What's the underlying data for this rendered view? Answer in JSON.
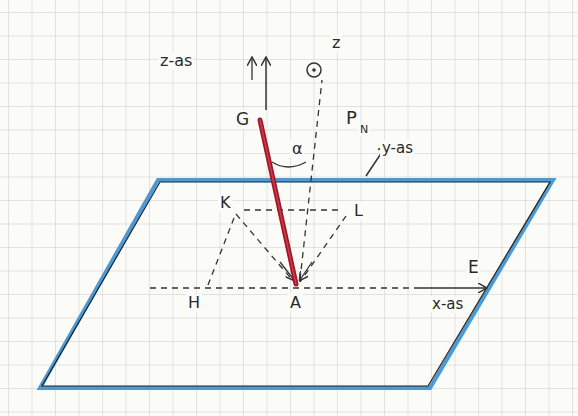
{
  "diagram": {
    "labels": [
      "z-as",
      "z",
      "G",
      "α",
      "P",
      "N",
      "y-as",
      "K",
      "L",
      "H",
      "A",
      "E",
      "x-as"
    ]
  }
}
